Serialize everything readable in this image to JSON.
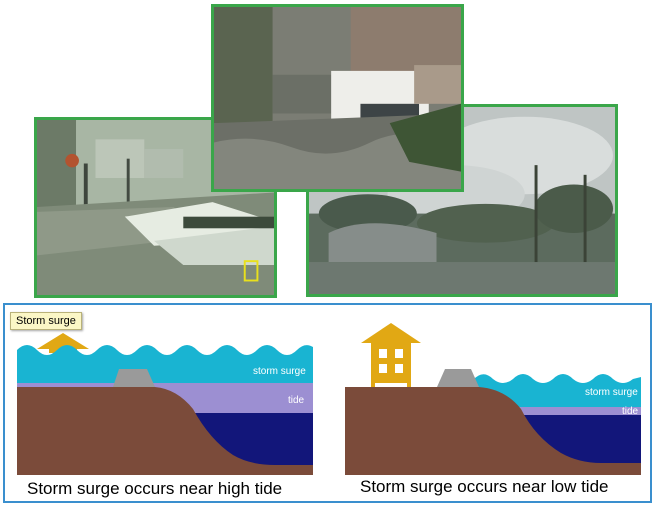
{
  "diagrams": {
    "high_tide": {
      "caption": "Storm surge occurs near high tide",
      "surge_label": "storm surge",
      "tide_label": "tide"
    },
    "low_tide": {
      "caption": "Storm surge occurs near low tide",
      "surge_label": "storm surge",
      "tide_label": "tide"
    }
  },
  "tooltip": {
    "text": "Storm surge"
  },
  "colors": {
    "photo_border": "#3aa64a",
    "panel_border": "#3a8fce",
    "surge_water": "#19b4d2",
    "tide": "#9c8fd2",
    "deep_water": "#12167a",
    "land": "#7b4b3a",
    "house": "#e1a814"
  }
}
